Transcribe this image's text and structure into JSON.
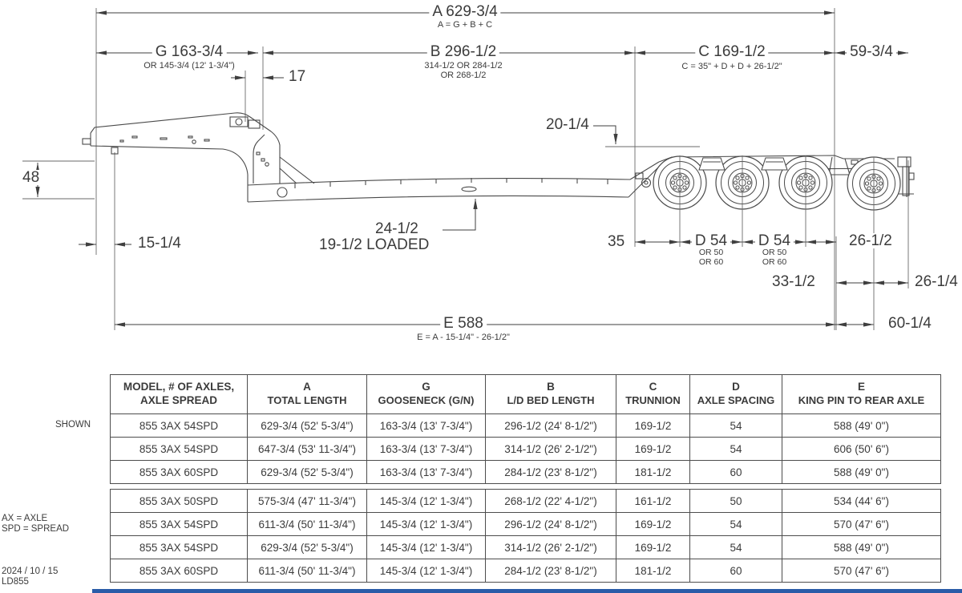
{
  "meta": {
    "shown_label": "SHOWN",
    "legend_line1": "AX = AXLE",
    "legend_line2": "SPD = SPREAD",
    "date": "2024 / 10 / 15",
    "model_code": "LD855"
  },
  "colors": {
    "ink": "#3b3b3b",
    "line": "#4a4a4a",
    "footer_bar": "#2a5ca8"
  },
  "drawing": {
    "dims": {
      "a": {
        "label": "A 629-3/4",
        "sub": "A = G + B + C"
      },
      "g": {
        "label": "G 163-3/4",
        "sub": "OR 145-3/4 (12' 1-3/4\")"
      },
      "b": {
        "label": "B 296-1/2",
        "sub1": "314-1/2 OR 284-1/2",
        "sub2": "OR 268-1/2"
      },
      "c": {
        "label": "C 169-1/2",
        "sub": "C = 35\" + D + D + 26-1/2\""
      },
      "n59": "59-3/4",
      "n17": "17",
      "n20": "20-1/4",
      "n48": "48",
      "n15": "15-1/4",
      "n24": "24-1/2",
      "n19": "19-1/2 LOADED",
      "n35": "35",
      "d1": {
        "label": "D 54",
        "sub1": "OR 50",
        "sub2": "OR 60"
      },
      "d2": {
        "label": "D 54",
        "sub1": "OR 50",
        "sub2": "OR 60"
      },
      "n26h": "26-1/2",
      "n33": "33-1/2",
      "n26q": "26-1/4",
      "e": {
        "label": "E 588",
        "sub": "E = A - 15-1/4\" - 26-1/2\""
      },
      "n60": "60-1/4"
    }
  },
  "table": {
    "headers": [
      {
        "t": "MODEL, # OF AXLES,",
        "b": "AXLE SPREAD"
      },
      {
        "t": "A",
        "b": "TOTAL LENGTH"
      },
      {
        "t": "G",
        "b": "GOOSENECK (G/N)"
      },
      {
        "t": "B",
        "b": "L/D BED LENGTH"
      },
      {
        "t": "C",
        "b": "TRUNNION"
      },
      {
        "t": "D",
        "b": "AXLE SPACING"
      },
      {
        "t": "E",
        "b": "KING PIN TO REAR AXLE"
      }
    ],
    "rows": [
      [
        "855 3AX 54SPD",
        "629-3/4 (52' 5-3/4\")",
        "163-3/4 (13' 7-3/4\")",
        "296-1/2 (24' 8-1/2\")",
        "169-1/2",
        "54",
        "588 (49' 0\")"
      ],
      [
        "855 3AX 54SPD",
        "647-3/4 (53' 11-3/4\")",
        "163-3/4 (13' 7-3/4\")",
        "314-1/2 (26' 2-1/2\")",
        "169-1/2",
        "54",
        "606 (50' 6\")"
      ],
      [
        "855 3AX 60SPD",
        "629-3/4 (52' 5-3/4\")",
        "163-3/4 (13' 7-3/4\")",
        "284-1/2 (23' 8-1/2\")",
        "181-1/2",
        "60",
        "588 (49' 0\")"
      ],
      [
        "855 3AX 50SPD",
        "575-3/4 (47' 11-3/4\")",
        "145-3/4 (12' 1-3/4\")",
        "268-1/2 (22' 4-1/2\")",
        "161-1/2",
        "50",
        "534 (44' 6\")"
      ],
      [
        "855 3AX 54SPD",
        "611-3/4 (50' 11-3/4\")",
        "145-3/4 (12' 1-3/4\")",
        "296-1/2 (24' 8-1/2\")",
        "169-1/2",
        "54",
        "570 (47' 6\")"
      ],
      [
        "855 3AX 54SPD",
        "629-3/4 (52' 5-3/4\")",
        "145-3/4 (12' 1-3/4\")",
        "314-1/2 (26' 2-1/2\")",
        "169-1/2",
        "54",
        "588 (49' 0\")"
      ],
      [
        "855 3AX 60SPD",
        "611-3/4 (50' 11-3/4\")",
        "145-3/4 (12' 1-3/4\")",
        "284-1/2 (23' 8-1/2\")",
        "181-1/2",
        "60",
        "570 (47' 6\")"
      ]
    ]
  }
}
